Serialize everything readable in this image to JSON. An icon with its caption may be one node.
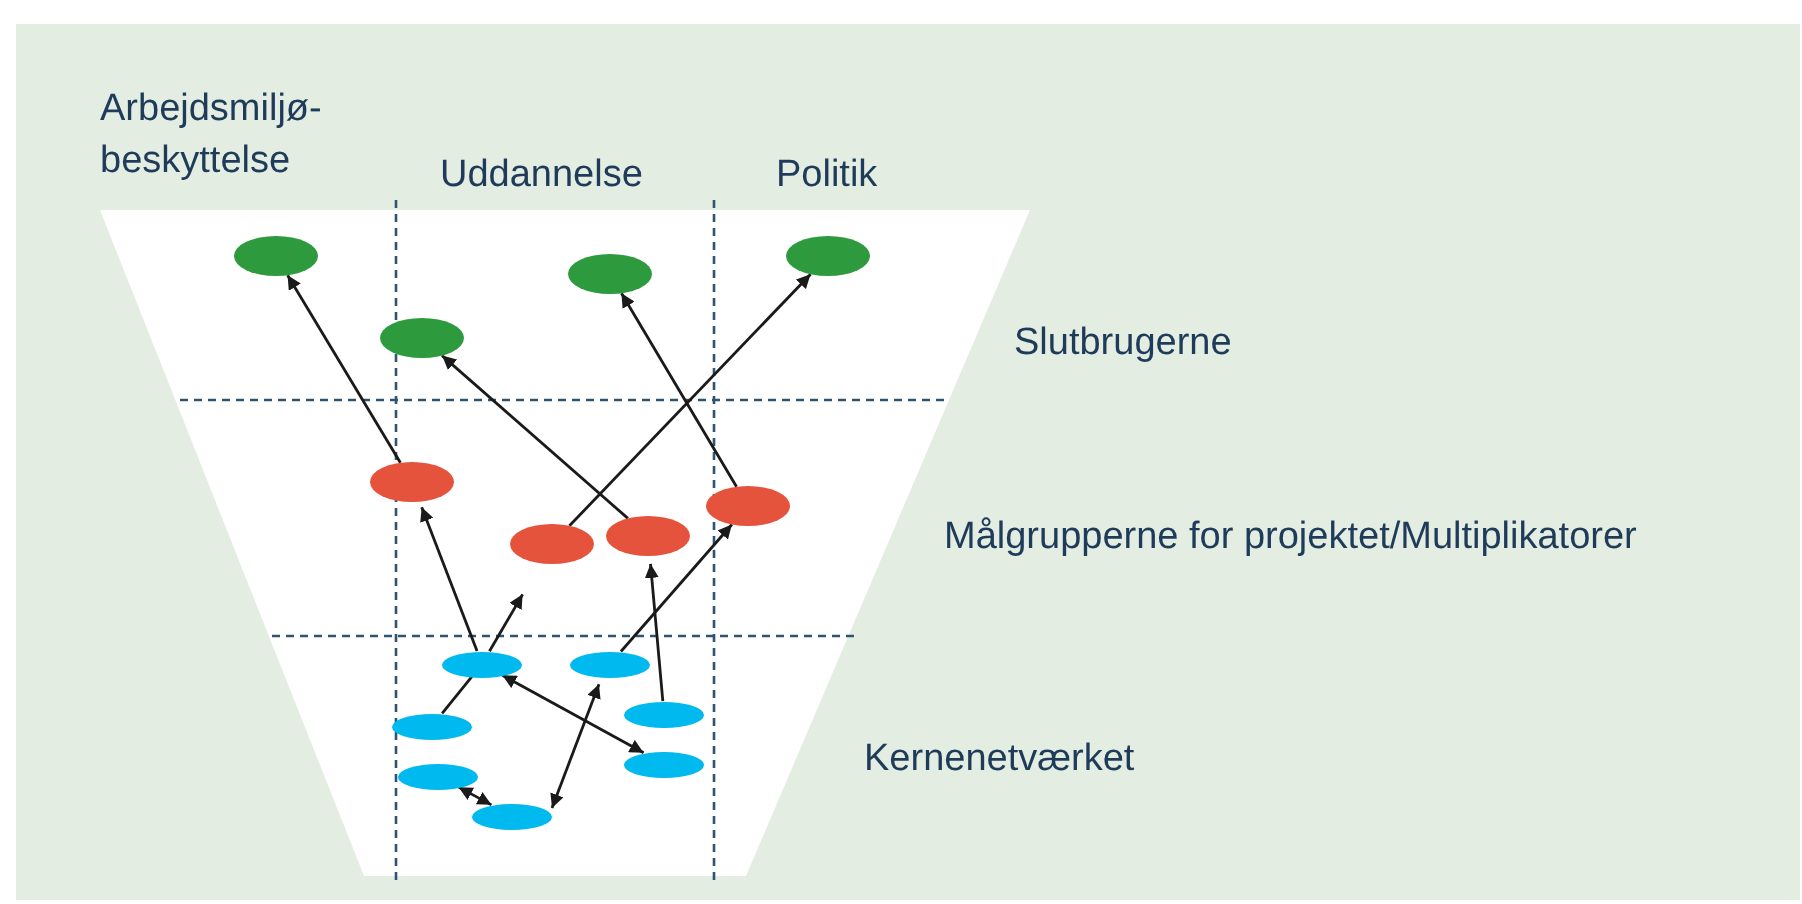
{
  "diagram": {
    "nodes": [
      {
        "text": [],
        "shape": "ellipse"
      },
      {
        "text": [],
        "shape": "ellipse"
      },
      {
        "text": [],
        "shape": "ellipse"
      },
      {
        "text": [],
        "shape": "ellipse"
      },
      {
        "text": [],
        "shape": "ellipse"
      },
      {
        "text": [],
        "shape": "ellipse"
      },
      {
        "text": [],
        "shape": "ellipse"
      },
      {
        "text": [],
        "shape": "ellipse"
      },
      {
        "text": [],
        "shape": "ellipse"
      },
      {
        "text": [],
        "shape": "ellipse"
      },
      {
        "text": [],
        "shape": "ellipse"
      },
      {
        "text": [],
        "shape": "ellipse"
      },
      {
        "text": [],
        "shape": "ellipse"
      },
      {
        "text": [],
        "shape": "ellipse"
      },
      {
        "text": [],
        "shape": "ellipse"
      }
    ],
    "edges": [
      {
        "from": 4,
        "to": 0,
        "arrow": "to"
      },
      {
        "from": 6,
        "to": 3,
        "arrow": "to"
      },
      {
        "from": 5,
        "to": 2,
        "arrow": "to"
      },
      {
        "from": 7,
        "to": 1,
        "arrow": "to"
      },
      {
        "from": 8,
        "to": 4,
        "arrow": "to"
      },
      {
        "from": 11,
        "to": 8,
        "arrow": "none"
      },
      {
        "from": 8,
        "to": 7,
        "arrow": "to"
      },
      {
        "from": 9,
        "to": 5,
        "arrow": "to"
      },
      {
        "from": 10,
        "to": 6,
        "arrow": "to"
      },
      {
        "from": 8,
        "to": 12,
        "arrow": "both"
      },
      {
        "from": 14,
        "to": 9,
        "arrow": "both"
      },
      {
        "from": 13,
        "to": 14,
        "arrow": "both"
      }
    ],
    "labels": [
      "Arbejdsmiljø- beskyttelse",
      "Uddannelse",
      "Politik",
      "Slutbrugerne",
      "Målgrupperne for projektet/Multiplikatorer",
      "Kernenetværket"
    ]
  }
}
